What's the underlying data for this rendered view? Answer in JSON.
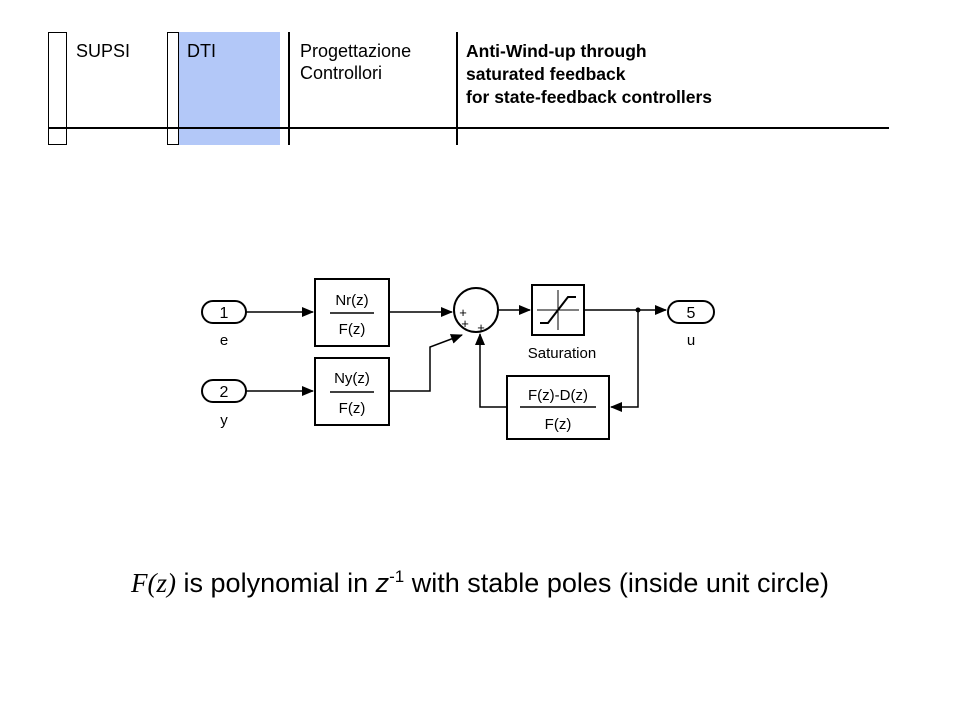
{
  "header": {
    "cell1": "SUPSI",
    "cell2": "DTI",
    "cell3_line1": "Progettazione",
    "cell3_line2": "Controllori",
    "title_line1": "Anti-Wind-up through",
    "title_line2": "saturated feedback",
    "title_line3": "for state-feedback controllers",
    "accent_color": "#b3c8f8"
  },
  "diagram": {
    "in1_num": "1",
    "in1_label": "e",
    "in2_num": "2",
    "in2_label": "y",
    "out_num": "5",
    "out_label": "u",
    "block_nr_num": "Nr(z)",
    "block_nr_den": "F(z)",
    "block_ny_num": "Ny(z)",
    "block_ny_den": "F(z)",
    "block_fb_num": "F(z)-D(z)",
    "block_fb_den": "F(z)",
    "sum_sign1": "+",
    "sum_sign2": "+",
    "sum_sign3": "+",
    "saturation_label": "Saturation"
  },
  "caption": {
    "fz": "F(z)",
    "text1": " is polynomial in ",
    "z": "z",
    "exp": "-1",
    "text2": " with stable poles (inside unit circle)"
  }
}
